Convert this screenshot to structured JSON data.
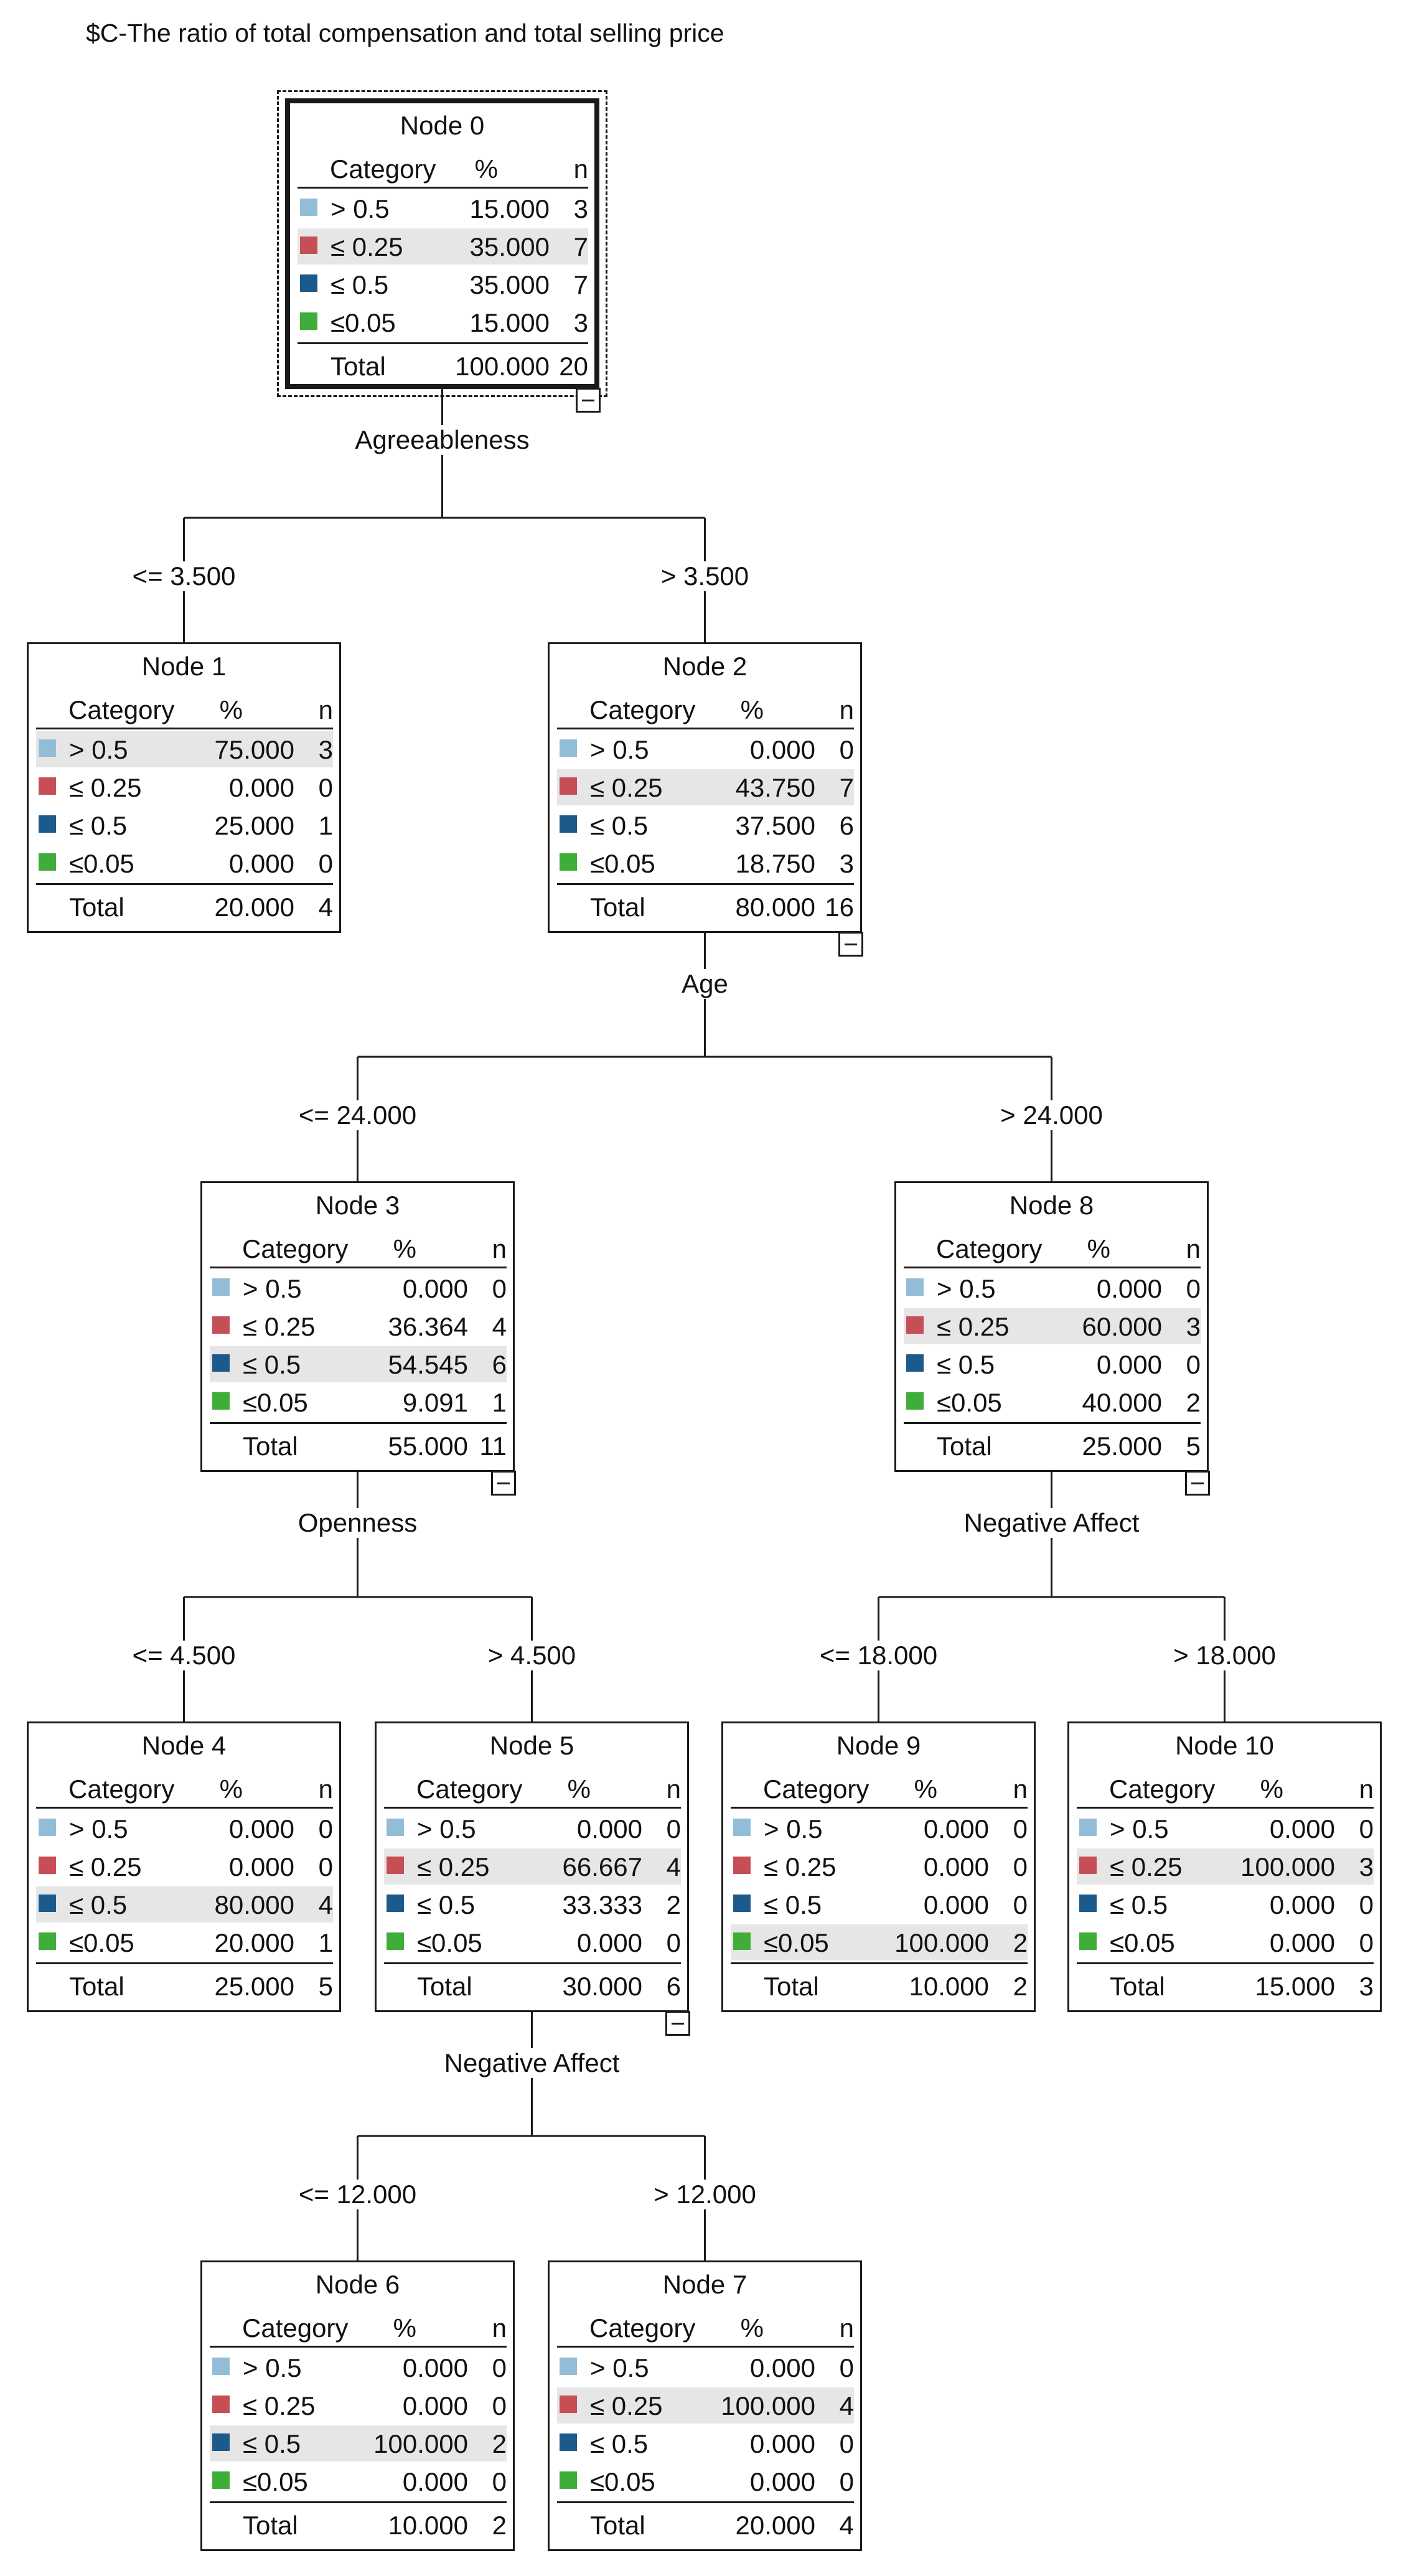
{
  "title": "$C-The ratio of total compensation and total selling price",
  "header": {
    "category": "Category",
    "percent": "%",
    "n": "n"
  },
  "categories": [
    {
      "label": "> 0.5",
      "color": "#93bdd6"
    },
    {
      "label": "≤ 0.25",
      "color": "#c64f55"
    },
    {
      "label": "≤ 0.5",
      "color": "#1d5a8c"
    },
    {
      "label": "≤0.05",
      "color": "#3fad3a"
    }
  ],
  "total_label": "Total",
  "nodes": {
    "n0": {
      "title": "Node 0",
      "rows": [
        [
          "15.000",
          "3"
        ],
        [
          "35.000",
          "7"
        ],
        [
          "35.000",
          "7"
        ],
        [
          "15.000",
          "3"
        ]
      ],
      "highlight": 1,
      "total": [
        "100.000",
        "20"
      ]
    },
    "n1": {
      "title": "Node 1",
      "rows": [
        [
          "75.000",
          "3"
        ],
        [
          "0.000",
          "0"
        ],
        [
          "25.000",
          "1"
        ],
        [
          "0.000",
          "0"
        ]
      ],
      "highlight": 0,
      "total": [
        "20.000",
        "4"
      ]
    },
    "n2": {
      "title": "Node 2",
      "rows": [
        [
          "0.000",
          "0"
        ],
        [
          "43.750",
          "7"
        ],
        [
          "37.500",
          "6"
        ],
        [
          "18.750",
          "3"
        ]
      ],
      "highlight": 1,
      "total": [
        "80.000",
        "16"
      ]
    },
    "n3": {
      "title": "Node 3",
      "rows": [
        [
          "0.000",
          "0"
        ],
        [
          "36.364",
          "4"
        ],
        [
          "54.545",
          "6"
        ],
        [
          "9.091",
          "1"
        ]
      ],
      "highlight": 2,
      "total": [
        "55.000",
        "11"
      ]
    },
    "n8": {
      "title": "Node 8",
      "rows": [
        [
          "0.000",
          "0"
        ],
        [
          "60.000",
          "3"
        ],
        [
          "0.000",
          "0"
        ],
        [
          "40.000",
          "2"
        ]
      ],
      "highlight": 1,
      "total": [
        "25.000",
        "5"
      ]
    },
    "n4": {
      "title": "Node 4",
      "rows": [
        [
          "0.000",
          "0"
        ],
        [
          "0.000",
          "0"
        ],
        [
          "80.000",
          "4"
        ],
        [
          "20.000",
          "1"
        ]
      ],
      "highlight": 2,
      "total": [
        "25.000",
        "5"
      ]
    },
    "n5": {
      "title": "Node 5",
      "rows": [
        [
          "0.000",
          "0"
        ],
        [
          "66.667",
          "4"
        ],
        [
          "33.333",
          "2"
        ],
        [
          "0.000",
          "0"
        ]
      ],
      "highlight": 1,
      "total": [
        "30.000",
        "6"
      ]
    },
    "n9": {
      "title": "Node 9",
      "rows": [
        [
          "0.000",
          "0"
        ],
        [
          "0.000",
          "0"
        ],
        [
          "0.000",
          "0"
        ],
        [
          "100.000",
          "2"
        ]
      ],
      "highlight": 3,
      "total": [
        "10.000",
        "2"
      ]
    },
    "n10": {
      "title": "Node 10",
      "rows": [
        [
          "0.000",
          "0"
        ],
        [
          "100.000",
          "3"
        ],
        [
          "0.000",
          "0"
        ],
        [
          "0.000",
          "0"
        ]
      ],
      "highlight": 1,
      "total": [
        "15.000",
        "3"
      ]
    },
    "n6": {
      "title": "Node 6",
      "rows": [
        [
          "0.000",
          "0"
        ],
        [
          "0.000",
          "0"
        ],
        [
          "100.000",
          "2"
        ],
        [
          "0.000",
          "0"
        ]
      ],
      "highlight": 2,
      "total": [
        "10.000",
        "2"
      ]
    },
    "n7": {
      "title": "Node 7",
      "rows": [
        [
          "0.000",
          "0"
        ],
        [
          "100.000",
          "4"
        ],
        [
          "0.000",
          "0"
        ],
        [
          "0.000",
          "0"
        ]
      ],
      "highlight": 1,
      "total": [
        "20.000",
        "4"
      ]
    }
  },
  "splits": {
    "s0": "Agreeableness",
    "s2": "Age",
    "s3": "Openness",
    "s8": "Negative Affect",
    "s5": "Negative Affect"
  },
  "branches": {
    "b1": "<= 3.500",
    "b2": "> 3.500",
    "b3": "<= 24.000",
    "b8": "> 24.000",
    "b4": "<= 4.500",
    "b5": "> 4.500",
    "b9": "<= 18.000",
    "b10": "> 18.000",
    "b6": "<= 12.000",
    "b7": "> 12.000"
  }
}
